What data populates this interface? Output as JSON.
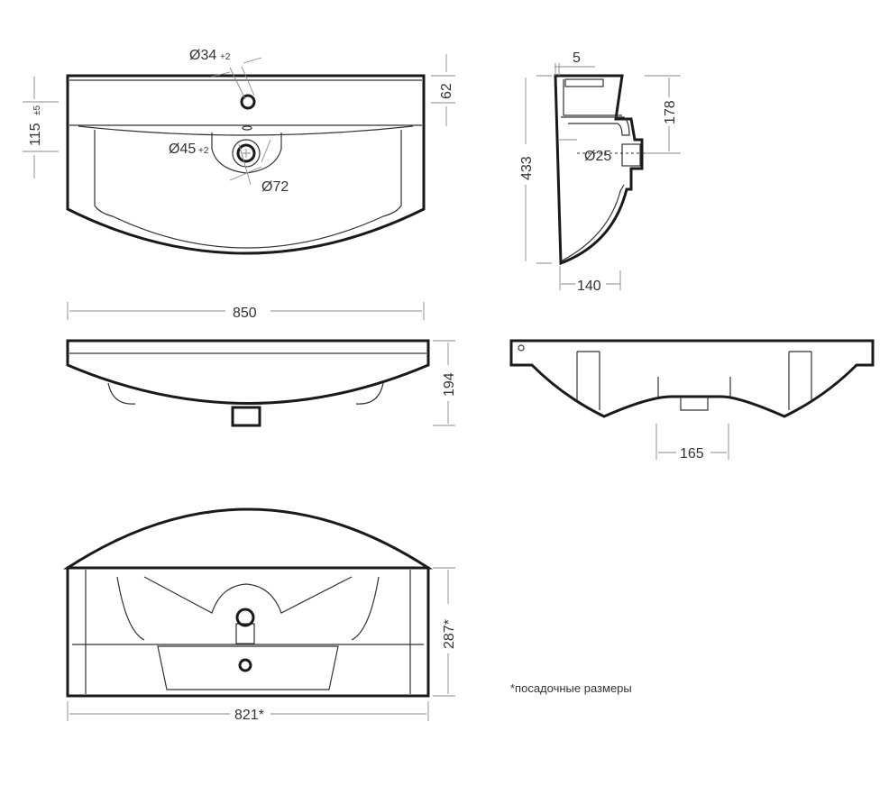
{
  "title": "Washbasin technical drawing",
  "top_view": {
    "overflow_hole": "Ø34",
    "overflow_tol": "+2",
    "drain_hole": "Ø45",
    "drain_tol": "+2",
    "drain_outer": "Ø72",
    "tap_height": "115",
    "tap_height_tol": "±5",
    "rim_depth": "62"
  },
  "side_view": {
    "depth": "433",
    "wall": "5",
    "drain_offset": "178",
    "outlet": "Ø25",
    "bottom_depth": "140"
  },
  "front_view": {
    "width": "850",
    "height": "194"
  },
  "section_view": {
    "drain_width": "165"
  },
  "bottom_view": {
    "mount_depth": "287*",
    "mount_width": "821*",
    "note": "*посадочные размеры"
  }
}
